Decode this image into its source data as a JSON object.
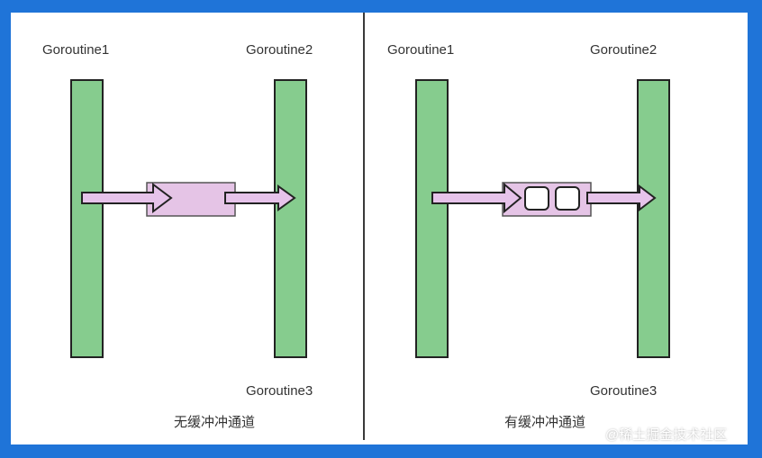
{
  "left_panel": {
    "goroutine_top_left": "Goroutine1",
    "goroutine_top_right": "Goroutine2",
    "goroutine_bottom_right": "Goroutine3",
    "caption": "无缓冲冲通道"
  },
  "right_panel": {
    "goroutine_top_left": "Goroutine1",
    "goroutine_top_right": "Goroutine2",
    "goroutine_bottom_right": "Goroutine3",
    "caption": "有缓冲冲通道",
    "buffer_slots": 2
  },
  "watermark": "@稀土掘金技术社区",
  "colors": {
    "background": "#1f74d8",
    "panel": "#ffffff",
    "goroutine_bar": "#86cc8e",
    "channel_fill": "#e5c4e6",
    "arrow_fill": "#e6c3ea",
    "stroke": "#222222"
  }
}
